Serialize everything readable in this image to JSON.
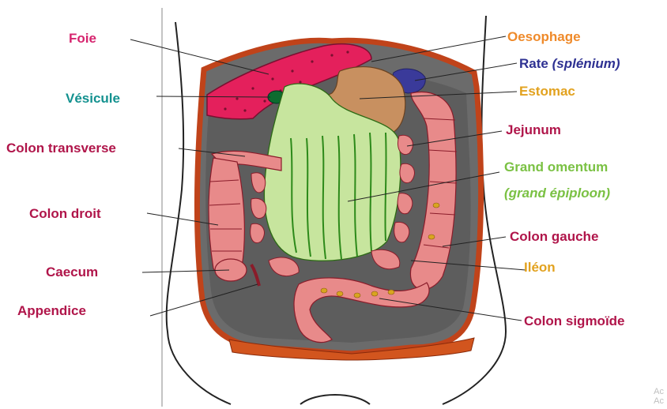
{
  "labels": {
    "foie": "Foie",
    "vesicule": "Vésicule",
    "colon_transverse": "Colon transverse",
    "colon_droit": "Colon droit",
    "caecum": "Caecum",
    "appendice": "Appendice",
    "oesophage": "Oesophage",
    "rate": "Rate",
    "rate_latin": "(splénium)",
    "estomac": "Estomac",
    "jejunum": "Jejunum",
    "grand_omentum": "Grand omentum",
    "grand_epiploon": "(grand épiploon)",
    "colon_gauche": "Colon gauche",
    "ileon": "Iléon",
    "colon_sigmoide": "Colon sigmoïde"
  },
  "watermark": [
    "Ac",
    "Ac"
  ],
  "colors": {
    "foie": "#d6246e",
    "vesicule": "#13918f",
    "crimson": "#b0154a",
    "oesophage": "#ef8a2a",
    "rate": "#2e3192",
    "estomac": "#e2a21f",
    "omentum": "#7ac143",
    "ileon": "#e2a21f"
  }
}
